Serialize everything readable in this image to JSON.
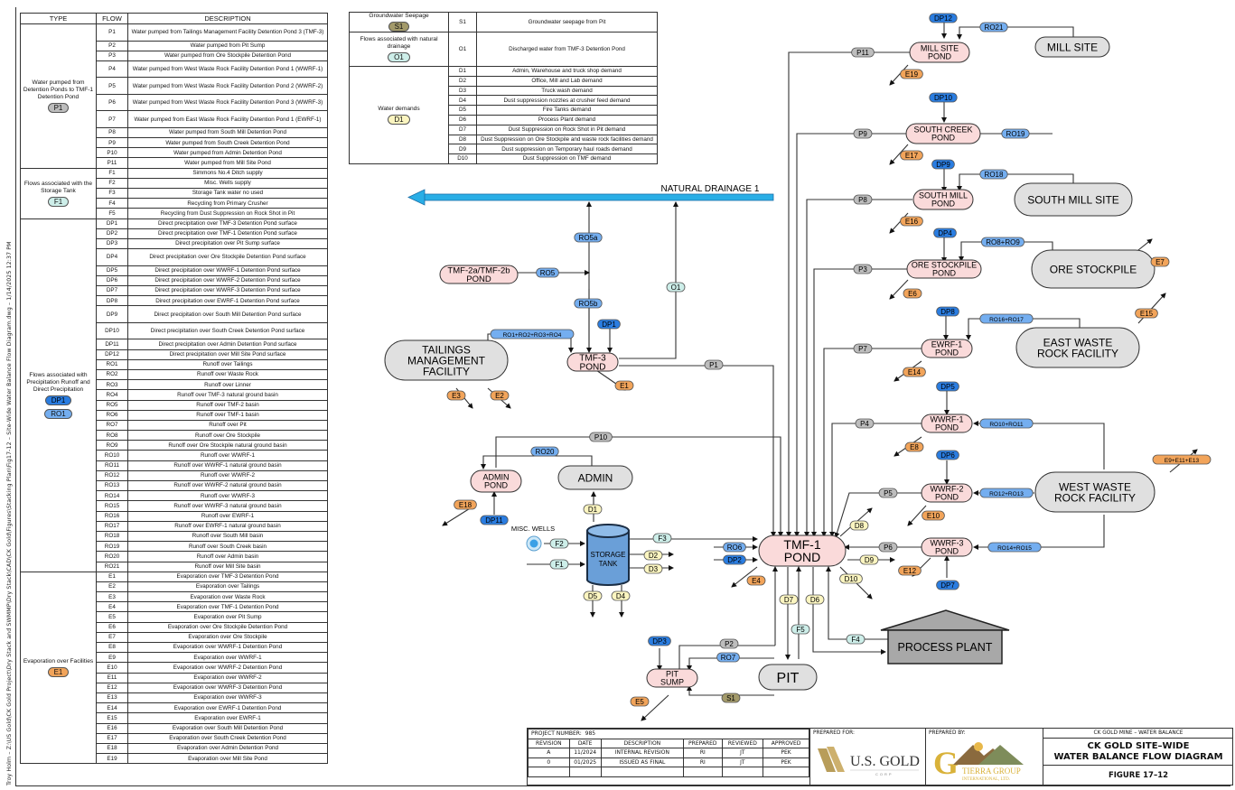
{
  "sidebar_path": "Troy Holm – Z:\\US Gold\\CK Gold Project\\Dry Stack and SWMMP\\Dry Stack\\CAD\\CK Gold\\Figures\\Stacking Plan\\Fig17-12 – Site-Wide Water Balance Flow Diagram.dwg – 1/14/2025 12:37 PM",
  "legend": {
    "headers": {
      "type": "TYPE",
      "flow": "FLOW",
      "description": "DESCRIPTION"
    },
    "groups": [
      {
        "type": "Water pumped from Detention Ponds to TMF-1 Detention Pond",
        "badge": "P1",
        "badge_style": "gray",
        "rows": [
          [
            "P1",
            "Water pumped from Tailings Management Facility Detention Pond 3 (TMF-3)"
          ],
          [
            "P2",
            "Water pumped from Pit Sump"
          ],
          [
            "P3",
            "Water pumped from Ore Stockpile Detention Pond"
          ],
          [
            "P4",
            "Water pumped from West Waste Rock Facility Detention Pond 1 (WWRF-1)"
          ],
          [
            "P5",
            "Water pumped from West Waste Rock Facility Detention Pond 2 (WWRF-2)"
          ],
          [
            "P6",
            "Water pumped from West Waste Rock Facility Detention Pond 3 (WWRF-3)"
          ],
          [
            "P7",
            "Water pumped from East Waste Rock Facility Detention Pond 1 (EWRF-1)"
          ],
          [
            "P8",
            "Water pumped from South Mill Detention Pond"
          ],
          [
            "P9",
            "Water pumped from South Creek Detention Pond"
          ],
          [
            "P10",
            "Water pumped from Admin Detention Pond"
          ],
          [
            "P11",
            "Water pumped from Mill Site Pond"
          ]
        ]
      },
      {
        "type": "Flows associated with the Storage Tank",
        "badge": "F1",
        "badge_style": "teal",
        "rows": [
          [
            "F1",
            "Simmons No.4 Ditch supply"
          ],
          [
            "F2",
            "Misc. Wells supply"
          ],
          [
            "F3",
            "Storage Tank water no used"
          ],
          [
            "F4",
            "Recycling from Primary Crusher"
          ],
          [
            "F5",
            "Recycling from Dust Suppression on Rock Shot in Pit"
          ]
        ]
      },
      {
        "type": "Flows associated with Precipitation Runoff and Direct Precipitation",
        "badge": "DP1",
        "badge_style": "blue",
        "badge2": "RO1",
        "badge2_style": "lblue",
        "rows": [
          [
            "DP1",
            "Direct precipitation over TMF-3 Detention Pond surface"
          ],
          [
            "DP2",
            "Direct precipitation over TMF-1 Detention Pond surface"
          ],
          [
            "DP3",
            "Direct precipitation over Pit Sump surface"
          ],
          [
            "DP4",
            "Direct precipitation over Ore Stockpile Detention Pond surface"
          ],
          [
            "DP5",
            "Direct precipitation over WWRF-1 Detention Pond surface"
          ],
          [
            "DP6",
            "Direct precipitation over WWRF-2 Detention Pond surface"
          ],
          [
            "DP7",
            "Direct precipitation over WWRF-3 Detention Pond surface"
          ],
          [
            "DP8",
            "Direct precipitation over EWRF-1 Detention Pond surface"
          ],
          [
            "DP9",
            "Direct precipitation over South Mill Detention Pond surface"
          ],
          [
            "DP10",
            "Direct precipitation over South Creek Detention Pond surface"
          ],
          [
            "DP11",
            "Direct precipitation over Admin Detention Pond surface"
          ],
          [
            "DP12",
            "Direct precipitation over Mill Site Pond surface"
          ],
          [
            "RO1",
            "Runoff over Tailings"
          ],
          [
            "RO2",
            "Runoff over Waste Rock"
          ],
          [
            "RO3",
            "Runoff over Linner"
          ],
          [
            "RO4",
            "Runoff over TMF-3 natural ground basin"
          ],
          [
            "RO5",
            "Runoff over TMF-2 basin"
          ],
          [
            "RO6",
            "Runoff over TMF-1 basin"
          ],
          [
            "RO7",
            "Runoff over Pit"
          ],
          [
            "RO8",
            "Runoff over Ore Stockpile"
          ],
          [
            "RO9",
            "Runoff over Ore Stockpile natural ground basin"
          ],
          [
            "RO10",
            "Runoff over WWRF-1"
          ],
          [
            "RO11",
            "Runoff over WWRF-1 natural ground basin"
          ],
          [
            "RO12",
            "Runoff over WWRF-2"
          ],
          [
            "RO13",
            "Runoff over WWRF-2 natural ground basin"
          ],
          [
            "RO14",
            "Runoff over WWRF-3"
          ],
          [
            "RO15",
            "Runoff over WWRF-3 natural ground basin"
          ],
          [
            "RO16",
            "Runoff over EWRF-1"
          ],
          [
            "RO17",
            "Runoff over EWRF-1 natural ground basin"
          ],
          [
            "RO18",
            "Runoff over South Mill basin"
          ],
          [
            "RO19",
            "Runoff over South Creek basin"
          ],
          [
            "RO20",
            "Runoff over Admin basin"
          ],
          [
            "RO21",
            "Runoff over Mill Site basin"
          ]
        ]
      },
      {
        "type": "Evaporation over Facilities",
        "badge": "E1",
        "badge_style": "orange",
        "rows": [
          [
            "E1",
            "Evaporation over TMF-3 Detention Pond"
          ],
          [
            "E2",
            "Evaporation over Tailings"
          ],
          [
            "E3",
            "Evaporation over Waste Rock"
          ],
          [
            "E4",
            "Evaporation over TMF-1 Detention Pond"
          ],
          [
            "E5",
            "Evaporation over Pit Sump"
          ],
          [
            "E6",
            "Evaporation over Ore Stockpile Detention Pond"
          ],
          [
            "E7",
            "Evaporation over Ore Stockpile"
          ],
          [
            "E8",
            "Evaporation over WWRF-1 Detention Pond"
          ],
          [
            "E9",
            "Evaporation over WWRF-1"
          ],
          [
            "E10",
            "Evaporation over WWRF-2 Detention Pond"
          ],
          [
            "E11",
            "Evaporation over WWRF-2"
          ],
          [
            "E12",
            "Evaporation over WWRF-3 Detention Pond"
          ],
          [
            "E13",
            "Evaporation over WWRF-3"
          ],
          [
            "E14",
            "Evaporation over EWRF-1 Detention Pond"
          ],
          [
            "E15",
            "Evaporation over EWRF-1"
          ],
          [
            "E16",
            "Evaporation over South Mill Detention Pond"
          ],
          [
            "E17",
            "Evaporation over South Creek Detention Pond"
          ],
          [
            "E18",
            "Evaporation over Admin Detention Pond"
          ],
          [
            "E19",
            "Evaporation over Mill Site Pond"
          ]
        ]
      }
    ]
  },
  "legend_side": {
    "groups": [
      {
        "type": "Groundwater Seepage",
        "badge": "S1",
        "badge_style": "olive",
        "rows": [
          [
            "S1",
            "Groundwater seepage from Pit"
          ]
        ]
      },
      {
        "type": "Flows associated with natural drainage",
        "badge": "O1",
        "badge_style": "teal",
        "rows": [
          [
            "O1",
            "Discharged water from TMF-3 Detention Pond"
          ]
        ]
      },
      {
        "type": "Water demands",
        "badge": "D1",
        "badge_style": "yellow",
        "rows": [
          [
            "D1",
            "Admin, Warehouse and truck shop demand"
          ],
          [
            "D2",
            "Office, Mill and Lab demand"
          ],
          [
            "D3",
            "Truck wash demand"
          ],
          [
            "D4",
            "Dust suppression nozzles at crusher feed demand"
          ],
          [
            "D5",
            "Fire Tanks demand"
          ],
          [
            "D6",
            "Process Plant demand"
          ],
          [
            "D7",
            "Dust Suppression on Rock Shot in Pit demand"
          ],
          [
            "D8",
            "Dust Suppression on Ore Stockpile and waste rock facilities demand"
          ],
          [
            "D9",
            "Dust suppression on Temporary haul roads demand"
          ],
          [
            "D10",
            "Dust Suppression on TMF demand"
          ]
        ]
      }
    ]
  },
  "colors": {
    "pond_fill": "#fadada",
    "facility_fill": "#e0e0e0",
    "drainage": "#29aee6",
    "pump_gray": "#bdbdbd",
    "runoff_blue": "#74aef0",
    "precip_blue": "#2a7de1",
    "evap_orange": "#f2a45a",
    "demand_yellow": "#fbf5c0",
    "flow_teal": "#cdeee9",
    "seepage_olive": "#a39a6a",
    "tank_blue": "#6a9fd8",
    "plant_gray": "#a8a8a8"
  },
  "diagram": {
    "natural_drainage": "NATURAL DRAINAGE 1",
    "nodes": {
      "mill_site_pond": [
        "MILL SITE",
        "POND"
      ],
      "mill_site": [
        "MILL SITE"
      ],
      "south_creek_pond": [
        "SOUTH CREEK",
        "POND"
      ],
      "south_mill_pond": [
        "SOUTH MILL",
        "POND"
      ],
      "south_mill_site": [
        "SOUTH MILL SITE"
      ],
      "ore_stockpile_pond": [
        "ORE STOCKPILE",
        "POND"
      ],
      "ore_stockpile": [
        "ORE STOCKPILE"
      ],
      "ewrf1_pond": [
        "EWRF-1",
        "POND"
      ],
      "east_waste_rock": [
        "EAST WASTE",
        "ROCK FACILITY"
      ],
      "wwrf1_pond": [
        "WWRF-1",
        "POND"
      ],
      "wwrf2_pond": [
        "WWRF-2",
        "POND"
      ],
      "wwrf3_pond": [
        "WWRF-3",
        "POND"
      ],
      "west_waste_rock": [
        "WEST WASTE",
        "ROCK FACILITY"
      ],
      "tmf1_pond": [
        "TMF-1",
        "POND"
      ],
      "tmf3_pond": [
        "TMF-3",
        "POND"
      ],
      "tmf2_pond": [
        "TMF-2a/TMF-2b",
        "POND"
      ],
      "tailings": [
        "TAILINGS",
        "MANAGEMENT",
        "FACILITY"
      ],
      "admin_pond": [
        "ADMIN",
        "POND"
      ],
      "admin": [
        "ADMIN"
      ],
      "storage_tank": [
        "STORAGE",
        "TANK"
      ],
      "misc_wells": [
        "MISC. WELLS"
      ],
      "pit_sump": [
        "PIT",
        "SUMP"
      ],
      "pit": [
        "PIT"
      ],
      "process_plant": [
        "PROCESS PLANT"
      ]
    },
    "flow_labels": {
      "DP12": "DP12",
      "RO21": "RO21",
      "P11": "P11",
      "E19": "E19",
      "DP10": "DP10",
      "RO19": "RO19",
      "P9": "P9",
      "E17": "E17",
      "DP9": "DP9",
      "RO18": "RO18",
      "P8": "P8",
      "E16": "E16",
      "DP4": "DP4",
      "RO8_9": "RO8+RO9",
      "P3": "P3",
      "E6": "E6",
      "E7": "E7",
      "DP8": "DP8",
      "RO16_17": "RO16+RO17",
      "P7": "P7",
      "E14": "E14",
      "E15": "E15",
      "DP5": "DP5",
      "RO10_11": "RO10+RO11",
      "P4": "P4",
      "E8": "E8",
      "DP6": "DP6",
      "RO12_13": "RO12+RO13",
      "P5": "P5",
      "E10": "E10",
      "DP7": "DP7",
      "RO14_15": "RO14+RO15",
      "P6": "P6",
      "E12": "E12",
      "E9_11_13": "E9+E11+E13",
      "RO5a": "RO5a",
      "RO5": "RO5",
      "RO5b": "RO5b",
      "O1": "O1",
      "DP1": "DP1",
      "RO1_4": "RO1+RO2+RO3+RO4",
      "P1": "P1",
      "E1": "E1",
      "E2": "E2",
      "E3": "E3",
      "P10": "P10",
      "RO20": "RO20",
      "E18": "E18",
      "DP11": "DP11",
      "D1": "D1",
      "F2": "F2",
      "F1": "F1",
      "F3": "F3",
      "D2": "D2",
      "D3": "D3",
      "D4": "D4",
      "D5": "D5",
      "RO6": "RO6",
      "DP2": "DP2",
      "E4": "E4",
      "D7": "D7",
      "D6": "D6",
      "D8": "D8",
      "D9": "D9",
      "D10": "D10",
      "F5": "F5",
      "F4": "F4",
      "DP3": "DP3",
      "P2": "P2",
      "RO7": "RO7",
      "S1": "S1",
      "E5": "E5"
    }
  },
  "title_block": {
    "project_number_label": "PROJECT NUMBER:",
    "project_number": "985",
    "rev_headers": [
      "REVISION",
      "DATE",
      "DESCRIPTION",
      "PREPARED",
      "REVIEWED",
      "APPROVED"
    ],
    "revisions": [
      [
        "A",
        "11/2024",
        "INTERNAL REVISION",
        "RI",
        "JT",
        "PEK"
      ],
      [
        "0",
        "01/2025",
        "ISSUED AS FINAL",
        "RI",
        "JT",
        "PEK"
      ],
      [
        "",
        "",
        "",
        "",
        "",
        ""
      ]
    ],
    "prepared_for_label": "PREPARED FOR:",
    "client_name": "U.S. GOLD",
    "client_sub": "CORP",
    "prepared_by_label": "PREPARED BY:",
    "consultant_name": "TIERRA GROUP",
    "consultant_sub": "INTERNATIONAL, LTD.",
    "project_title": "CK GOLD MINE – WATER BALANCE",
    "drawing_title_1": "CK GOLD SITE–WIDE",
    "drawing_title_2": "WATER BALANCE FLOW DIAGRAM",
    "figure": "FIGURE 17–12"
  }
}
